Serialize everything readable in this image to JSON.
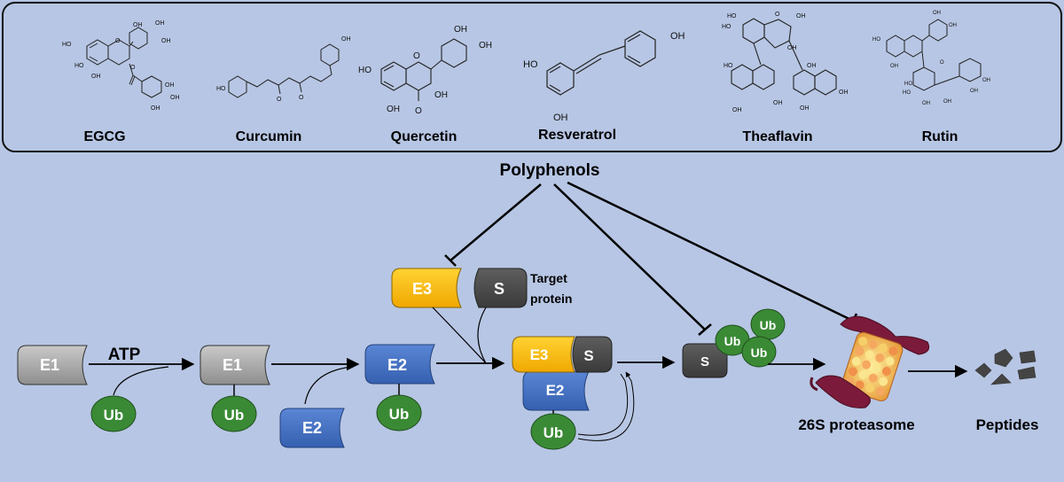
{
  "compounds": [
    {
      "name": "EGCG"
    },
    {
      "name": "Curcumin"
    },
    {
      "name": "Quercetin"
    },
    {
      "name": "Resveratrol"
    },
    {
      "name": "Theaflavin"
    },
    {
      "name": "Rutin"
    }
  ],
  "polyphenols_label": "Polyphenols",
  "atp_label": "ATP",
  "target_protein_label": "Target\nprotein",
  "target_protein_line1": "Target",
  "target_protein_line2": "protein",
  "proteasome_label": "26S proteasome",
  "peptides_label": "Peptides",
  "pills": {
    "e1": "E1",
    "e2": "E2",
    "e3": "E3",
    "s": "S",
    "ub": "Ub"
  },
  "chem_labels": {
    "oh": "OH",
    "ho": "HO",
    "o": "O"
  },
  "colors": {
    "background": "#b7c6e4",
    "e1_gray": "#a6a6a6",
    "e2_blue": "#4472c4",
    "e3_gold": "#ffc000",
    "substrate_dark": "#4d4d4d",
    "ub_green": "#3a8a35",
    "proteasome_maroon": "#7b1a3a"
  }
}
